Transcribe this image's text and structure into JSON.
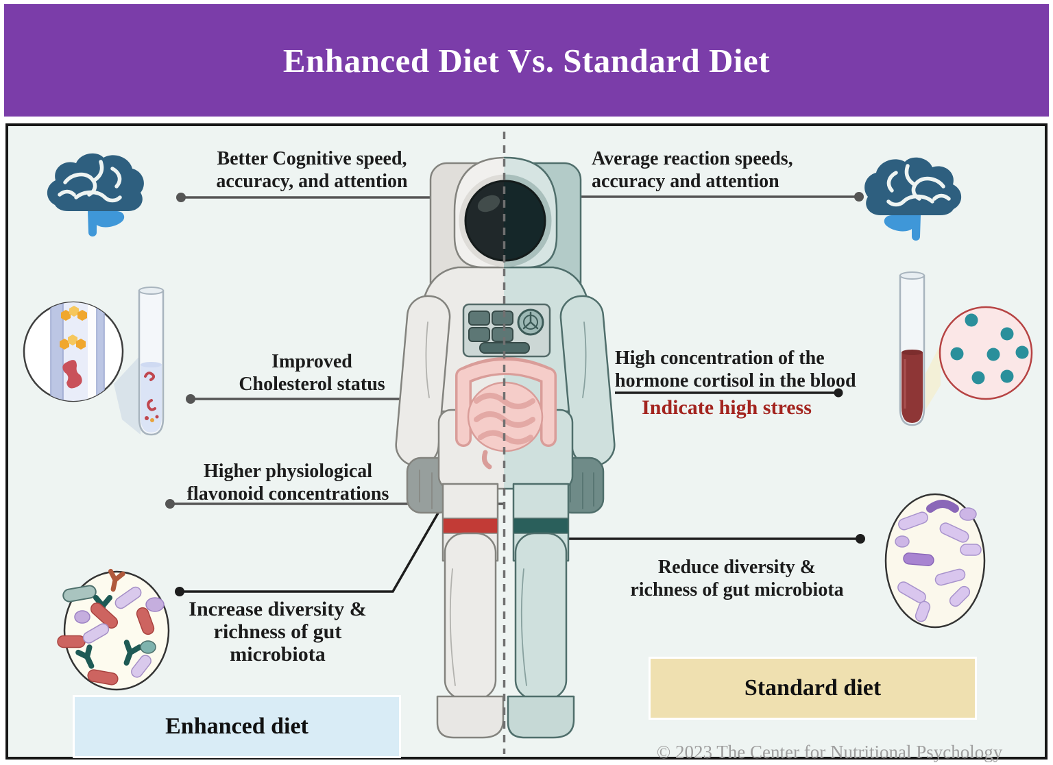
{
  "header": {
    "title": "Enhanced Diet Vs. Standard Diet"
  },
  "panel": {
    "left": {
      "cognition": "Better Cognitive speed,\naccuracy, and attention",
      "cholesterol": "Improved\nCholesterol status",
      "flavonoid": "Higher physiological\nflavonoid concentrations",
      "microbiota": "Increase diversity &\nrichness of gut\nmicrobiota",
      "diet_label": "Enhanced diet"
    },
    "right": {
      "cognition": "Average reaction speeds,\naccuracy and attention",
      "cortisol": "High concentration of the\nhormone cortisol in the blood",
      "cortisol_note": "Indicate high stress",
      "microbiota": "Reduce diversity &\nrichness of gut microbiota",
      "diet_label": "Standard diet"
    },
    "copyright": "© 2023 The Center for Nutritional Psychology"
  },
  "colors": {
    "header_bg": "#7b3da9",
    "header_text": "#ffffff",
    "panel_bg": "#eef4f2",
    "panel_border": "#161616",
    "enhanced_label_bg": "#d9ecf6",
    "standard_label_bg": "#efe0b0",
    "stress_note_text": "#a3241f",
    "leader_line": "#555555",
    "connector_line": "#1d1d1d",
    "brain": "#2e5f7f",
    "brain_stem": "#3f97d8",
    "blood": "#8e3636",
    "cortisol_dot": "#2a8f9b",
    "suit_left": "#ecebe8",
    "suit_right": "#cfe0dd",
    "left_knee_band": "#c23b36",
    "right_knee_band": "#2a5f5b",
    "intestine": "#f5cdc9",
    "copyright_text": "#9e9e9e"
  }
}
